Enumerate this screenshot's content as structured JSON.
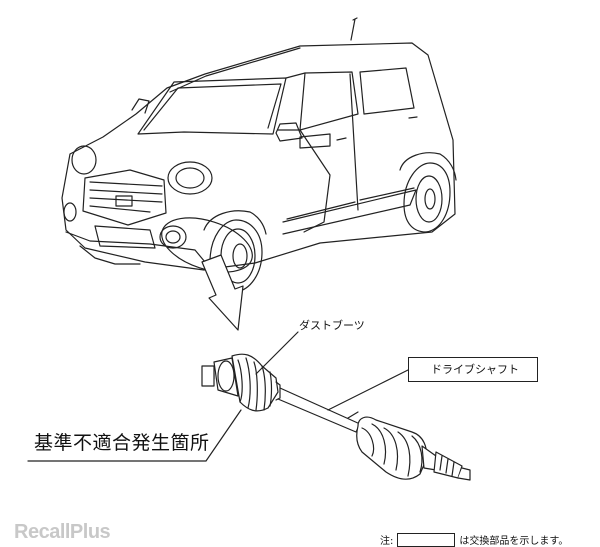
{
  "labels": {
    "dust_boot": "ダストブーツ",
    "drive_shaft": "ドライブシャフト",
    "defect_location": "基準不適合発生箇所"
  },
  "note": {
    "prefix": "注:",
    "suffix": "は交換部品を示します。"
  },
  "watermark": "RecallPlus",
  "colors": {
    "line": "#222222",
    "watermark": "#c8c8c8",
    "background": "#ffffff"
  }
}
